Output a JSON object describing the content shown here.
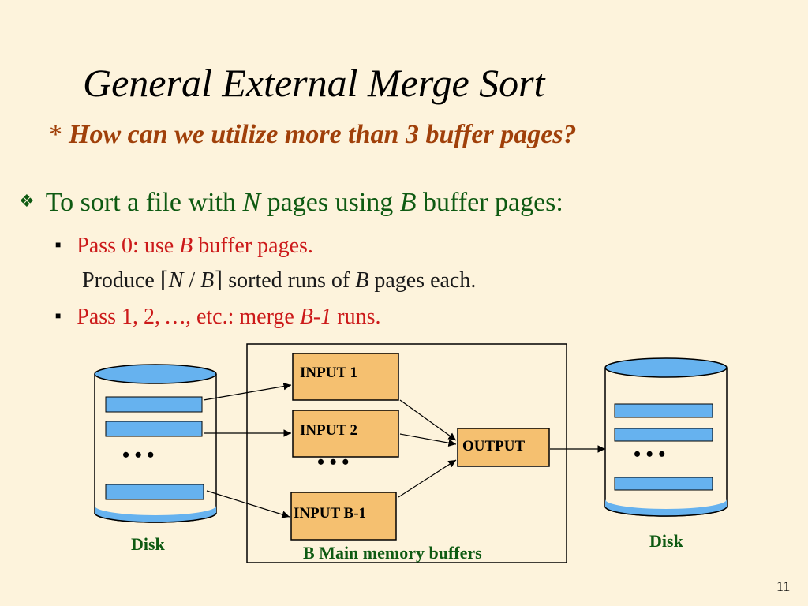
{
  "slide": {
    "title": "General External Merge Sort",
    "subtitle_star": "*",
    "subtitle": "How can we utilize more than 3 buffer pages?",
    "bullet": {
      "text_a": "To sort a file with",
      "var_n": "N",
      "text_b": "pages using",
      "var_b": "B",
      "text_c": "buffer pages:"
    },
    "sub1": {
      "text_a": "Pass 0: use",
      "var_b": "B",
      "text_b": "buffer pages.",
      "line2_a": "Produce",
      "ceil_open": "⌈",
      "var_n": "N",
      "slash": "/",
      "var_b2": "B",
      "ceil_close": "⌉",
      "line2_b": "sorted runs of",
      "var_b3": "B",
      "line2_c": "pages each."
    },
    "sub2": {
      "text_a": "Pass 1, 2,",
      "ellipsis": "…,",
      "text_b": "etc.: merge",
      "var": "B-1",
      "text_c": "runs."
    },
    "page_number": "11"
  },
  "diagram": {
    "input1": "INPUT 1",
    "input2": "INPUT 2",
    "input_b1": "INPUT B-1",
    "output": "OUTPUT",
    "dots": "• • •",
    "disk_left": "Disk",
    "disk_right": "Disk",
    "memory_label": "B Main memory buffers"
  },
  "colors": {
    "background": "#fdf3dc",
    "buffer_fill": "#f5c070",
    "disk_page_fill": "#66b2ef",
    "label_green": "#0e5a12",
    "subtitle_brown": "#a0400a",
    "sub_red": "#cc1a1a"
  }
}
